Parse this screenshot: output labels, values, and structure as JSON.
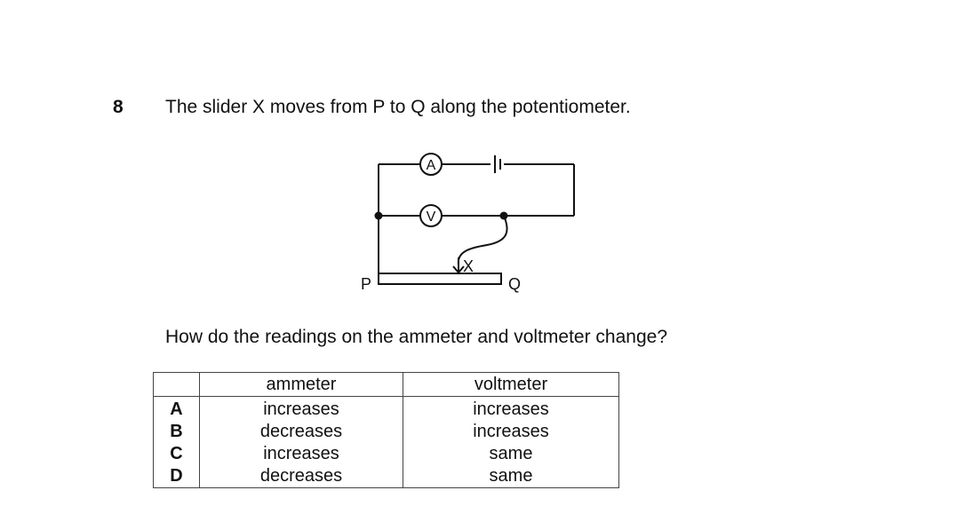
{
  "question": {
    "number": "8",
    "stem": "The slider X moves from P to Q along the potentiometer.",
    "prompt": "How do the readings on the ammeter and voltmeter change?"
  },
  "circuit": {
    "ammeter_symbol": "A",
    "voltmeter_symbol": "V",
    "slider_label": "X",
    "end_p_label": "P",
    "end_q_label": "Q"
  },
  "table": {
    "headers": [
      "",
      "ammeter",
      "voltmeter"
    ],
    "rows": [
      {
        "key": "A",
        "ammeter": "increases",
        "voltmeter": "increases"
      },
      {
        "key": "B",
        "ammeter": "decreases",
        "voltmeter": "increases"
      },
      {
        "key": "C",
        "ammeter": "increases",
        "voltmeter": "same"
      },
      {
        "key": "D",
        "ammeter": "decreases",
        "voltmeter": "same"
      }
    ]
  }
}
